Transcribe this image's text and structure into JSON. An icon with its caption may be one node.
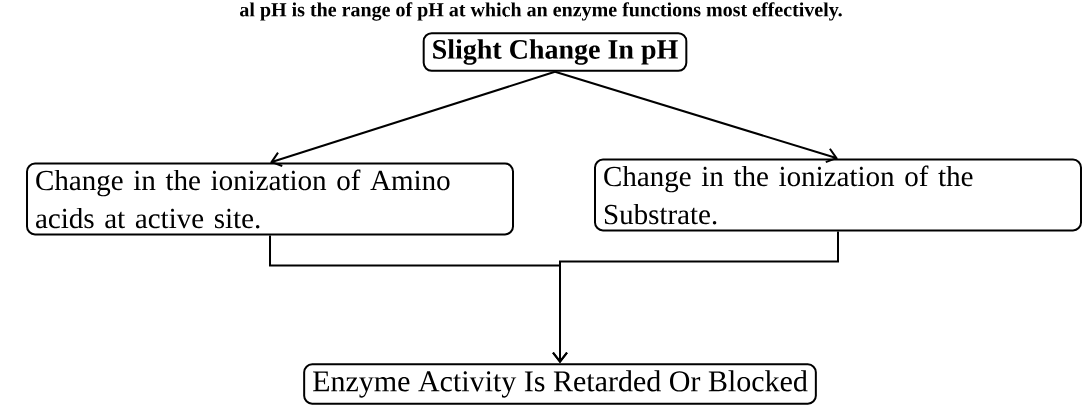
{
  "diagram": {
    "nodes": [
      {
        "text": [
          "Slight Change In pH"
        ]
      },
      {
        "text": [
          "Change in the ionization of Amino acids at active site."
        ]
      },
      {
        "text": [
          "Change in the ionization of the Substrate."
        ]
      },
      {
        "text": [
          "Enzyme Activity Is Retarded Or Blocked"
        ]
      }
    ],
    "edges": [
      {
        "from": 0,
        "to": 1,
        "arrow": "to"
      },
      {
        "from": 0,
        "to": 2,
        "arrow": "to"
      },
      {
        "from": 1,
        "to": 3,
        "arrow": "to"
      },
      {
        "from": 2,
        "to": 3,
        "arrow": "to"
      }
    ],
    "labels": [
      "al pH is the range of pH at which an enzyme functions most effectively."
    ]
  }
}
